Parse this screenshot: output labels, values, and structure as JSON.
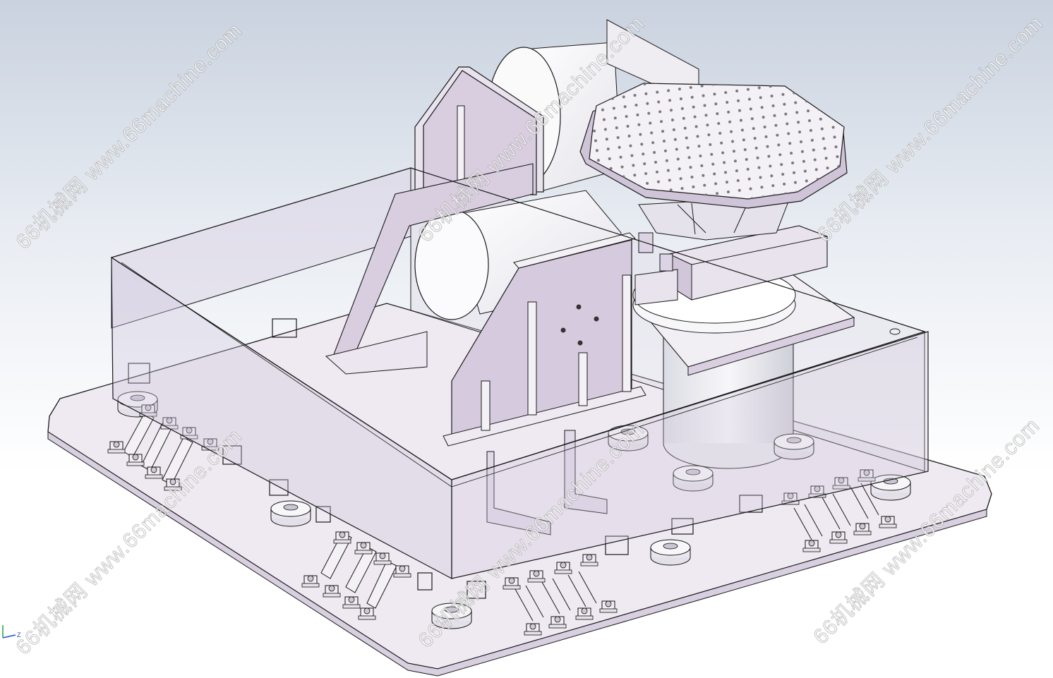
{
  "watermarks": {
    "w1": "66机械网 www.66machine.com",
    "w2": "66机械网 www.66machine.com",
    "w3": "66机械网 www.66machine.com",
    "w4": "66机械网 www.66machine.com",
    "w5": "66机械网 www.66machine.com",
    "w6": "66机械网 www.66machine.com",
    "w7": "66机械网 www.66machine.com",
    "w8": "66机械网 www.66machine.com"
  },
  "colors": {
    "background_top": "#c9d2df",
    "base_plate": "#efeaf2",
    "part_lilac": "#d9cde0",
    "part_white": "#f4f1f6",
    "glass": "#cfc6dc",
    "edge": "#1a1a1a"
  },
  "triad": {
    "z_label": "Z"
  }
}
